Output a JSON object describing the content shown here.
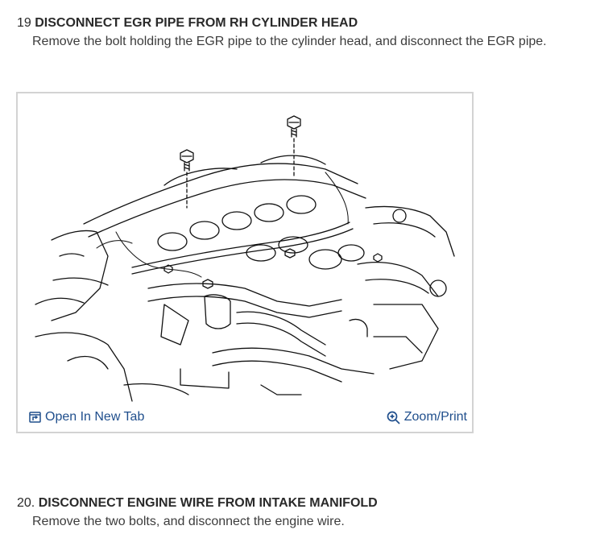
{
  "steps": [
    {
      "number": "19",
      "title": "DISCONNECT EGR PIPE FROM RH CYLINDER HEAD",
      "body": "Remove the bolt holding the EGR pipe to the cylinder head, and disconnect the EGR pipe."
    },
    {
      "number": "20.",
      "title": "DISCONNECT ENGINE WIRE FROM INTAKE MANIFOLD",
      "body": "Remove the two bolts, and disconnect the engine wire."
    }
  ],
  "figure": {
    "open_tab_label": "Open In New Tab",
    "zoom_label": "Zoom/Print",
    "icons": {
      "open": "open-in-new-tab-icon",
      "zoom": "zoom-magnifier-icon"
    }
  },
  "colors": {
    "link": "#1f4e8c",
    "border": "#d3d3d3",
    "text": "#333333"
  }
}
